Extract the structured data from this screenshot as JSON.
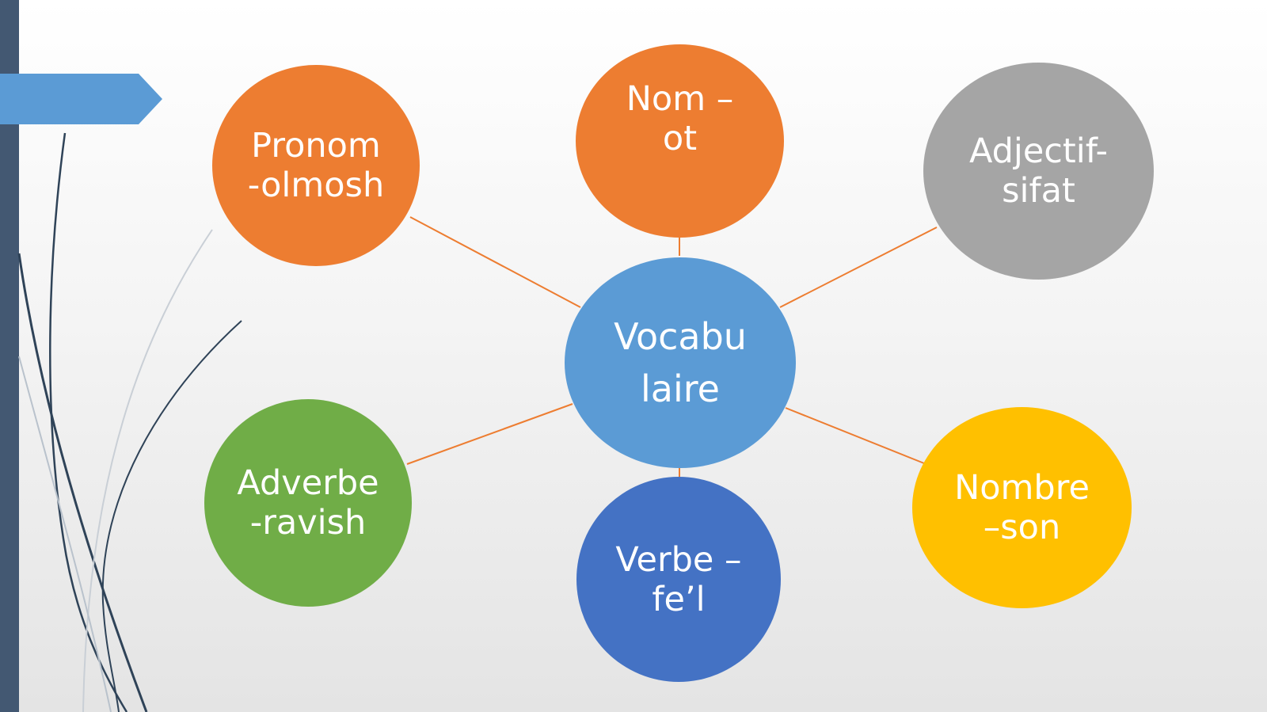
{
  "diagram": {
    "center": {
      "label": "Vocabu\nlaire",
      "color": "#5b9bd5"
    },
    "nodes": [
      {
        "id": "pronom",
        "label": "Pronom\n-olmosh",
        "color": "#ed7d31"
      },
      {
        "id": "nom",
        "label": "Nom –\not",
        "color": "#ed7d31"
      },
      {
        "id": "adjectif",
        "label": "Adjectif-\nsifat",
        "color": "#a5a5a5"
      },
      {
        "id": "adverbe",
        "label": "Adverbe\n-ravish",
        "color": "#70ad47"
      },
      {
        "id": "verbe",
        "label": "Verbe –\nfe’l",
        "color": "#4472c4"
      },
      {
        "id": "nombre",
        "label": "Nombre\n–son",
        "color": "#ffc000"
      }
    ],
    "connector_color": "#ed7d31"
  }
}
